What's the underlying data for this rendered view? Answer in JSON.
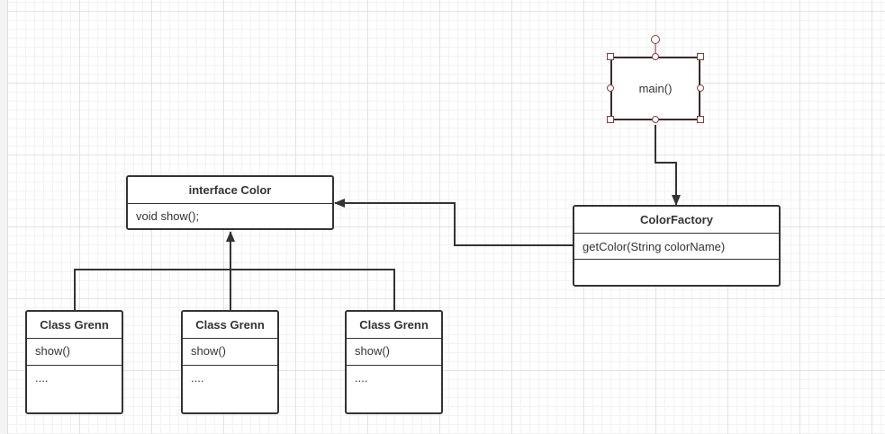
{
  "interface_box": {
    "title": "interface Color",
    "method": "void show();"
  },
  "factory_box": {
    "title": "ColorFactory",
    "method": "getColor(String colorName)",
    "extra": ""
  },
  "classes": [
    {
      "title": "Class Grenn",
      "method": "show()",
      "more": "...."
    },
    {
      "title": "Class Grenn",
      "method": "show()",
      "more": "...."
    },
    {
      "title": "Class Grenn",
      "method": "show()",
      "more": "...."
    }
  ],
  "main_box": {
    "label": "main()",
    "selected": true
  },
  "colors": {
    "line": "#333333",
    "selection": "#8b3a3a",
    "grid_major": "#e2e2e2",
    "grid_minor": "#f2f2f2"
  }
}
